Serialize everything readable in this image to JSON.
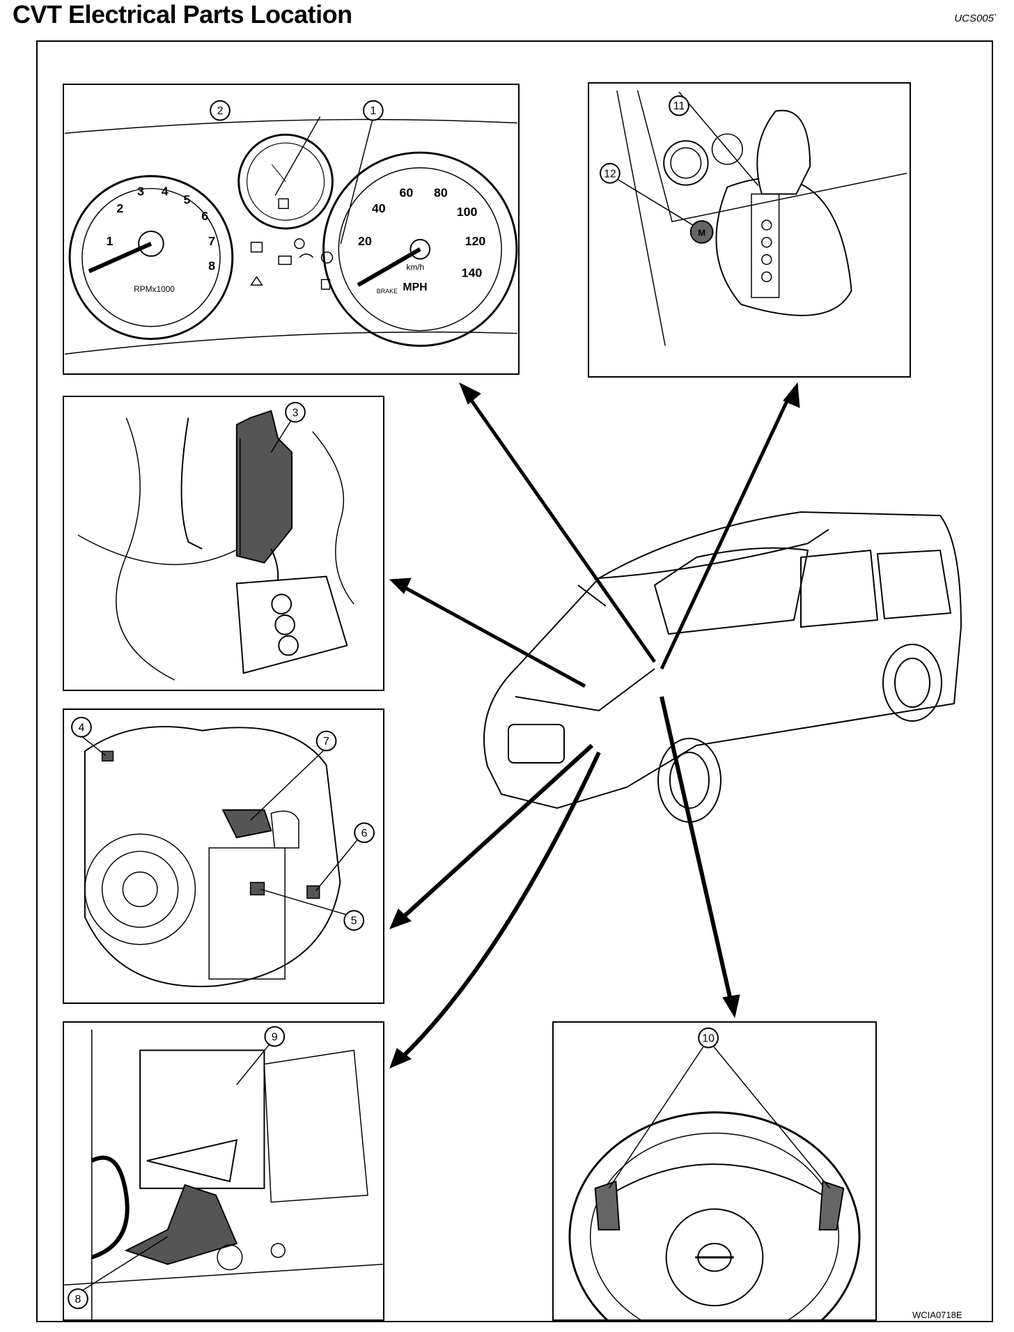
{
  "title": "CVT Electrical Parts Location",
  "doc_code": "UCS005`",
  "figure_id": "WCIA0718E",
  "callouts": [
    "1",
    "2",
    "3",
    "4",
    "5",
    "6",
    "7",
    "8",
    "9",
    "10",
    "11",
    "12"
  ],
  "tachometer": {
    "scale": [
      "1",
      "2",
      "3",
      "4",
      "5",
      "6",
      "7",
      "8"
    ],
    "unit": "RPMx1000"
  },
  "speedometer": {
    "kmh_scale": [
      "20",
      "40",
      "60",
      "80",
      "100",
      "120",
      "140"
    ],
    "unit_kmh": "km/h",
    "unit_mph": "MPH",
    "brake_label": "BRAKE"
  },
  "shift_button_label": "M"
}
